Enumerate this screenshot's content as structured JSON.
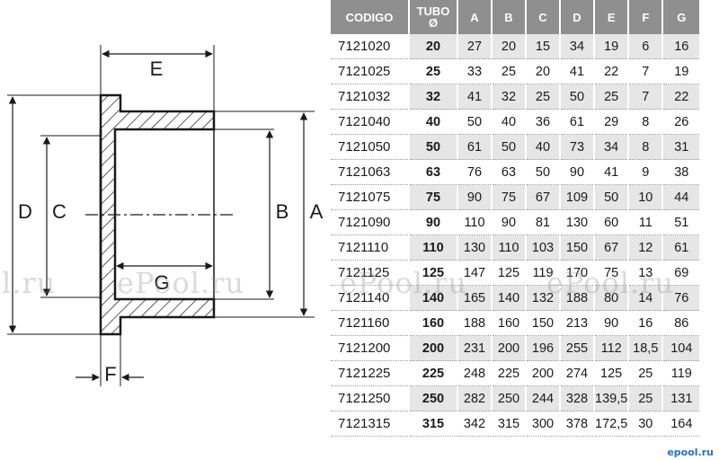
{
  "drawing": {
    "labels": {
      "a": "A",
      "b": "B",
      "c": "C",
      "d": "D",
      "e": "E",
      "f": "F",
      "g": "G"
    }
  },
  "table": {
    "headers": {
      "codigo": "CODIGO",
      "tubo_line1": "TUBO",
      "tubo_line2": "Ø",
      "a": "A",
      "b": "B",
      "c": "C",
      "d": "D",
      "e": "E",
      "f": "F",
      "g": "G"
    },
    "rows": [
      [
        "7121020",
        "20",
        "27",
        "20",
        "15",
        "34",
        "19",
        "6",
        "16"
      ],
      [
        "7121025",
        "25",
        "33",
        "25",
        "20",
        "41",
        "22",
        "7",
        "19"
      ],
      [
        "7121032",
        "32",
        "41",
        "32",
        "25",
        "50",
        "25",
        "7",
        "22"
      ],
      [
        "7121040",
        "40",
        "50",
        "40",
        "36",
        "61",
        "29",
        "8",
        "26"
      ],
      [
        "7121050",
        "50",
        "61",
        "50",
        "40",
        "73",
        "34",
        "8",
        "31"
      ],
      [
        "7121063",
        "63",
        "76",
        "63",
        "50",
        "90",
        "41",
        "9",
        "38"
      ],
      [
        "7121075",
        "75",
        "90",
        "75",
        "67",
        "109",
        "50",
        "10",
        "44"
      ],
      [
        "7121090",
        "90",
        "110",
        "90",
        "81",
        "130",
        "60",
        "11",
        "51"
      ],
      [
        "7121110",
        "110",
        "130",
        "110",
        "103",
        "150",
        "67",
        "12",
        "61"
      ],
      [
        "7121125",
        "125",
        "147",
        "125",
        "119",
        "170",
        "75",
        "13",
        "69"
      ],
      [
        "7121140",
        "140",
        "165",
        "140",
        "132",
        "188",
        "80",
        "14",
        "76"
      ],
      [
        "7121160",
        "160",
        "188",
        "160",
        "150",
        "213",
        "90",
        "16",
        "86"
      ],
      [
        "7121200",
        "200",
        "231",
        "200",
        "196",
        "255",
        "112",
        "18,5",
        "104"
      ],
      [
        "7121225",
        "225",
        "248",
        "225",
        "200",
        "274",
        "125",
        "25",
        "119"
      ],
      [
        "7121250",
        "250",
        "282",
        "250",
        "244",
        "328",
        "139,5",
        "25",
        "131"
      ],
      [
        "7121315",
        "315",
        "342",
        "315",
        "300",
        "378",
        "172,5",
        "30",
        "164"
      ]
    ]
  },
  "watermarks": [
    "l.ru",
    "ePool.ru",
    "ePool.ru",
    "ePool.ru"
  ],
  "logo": "epool.ru",
  "colors": {
    "header_bg": "#8f8f8f",
    "stripe": "#e6e6e6",
    "line": "#1a1a1a"
  }
}
